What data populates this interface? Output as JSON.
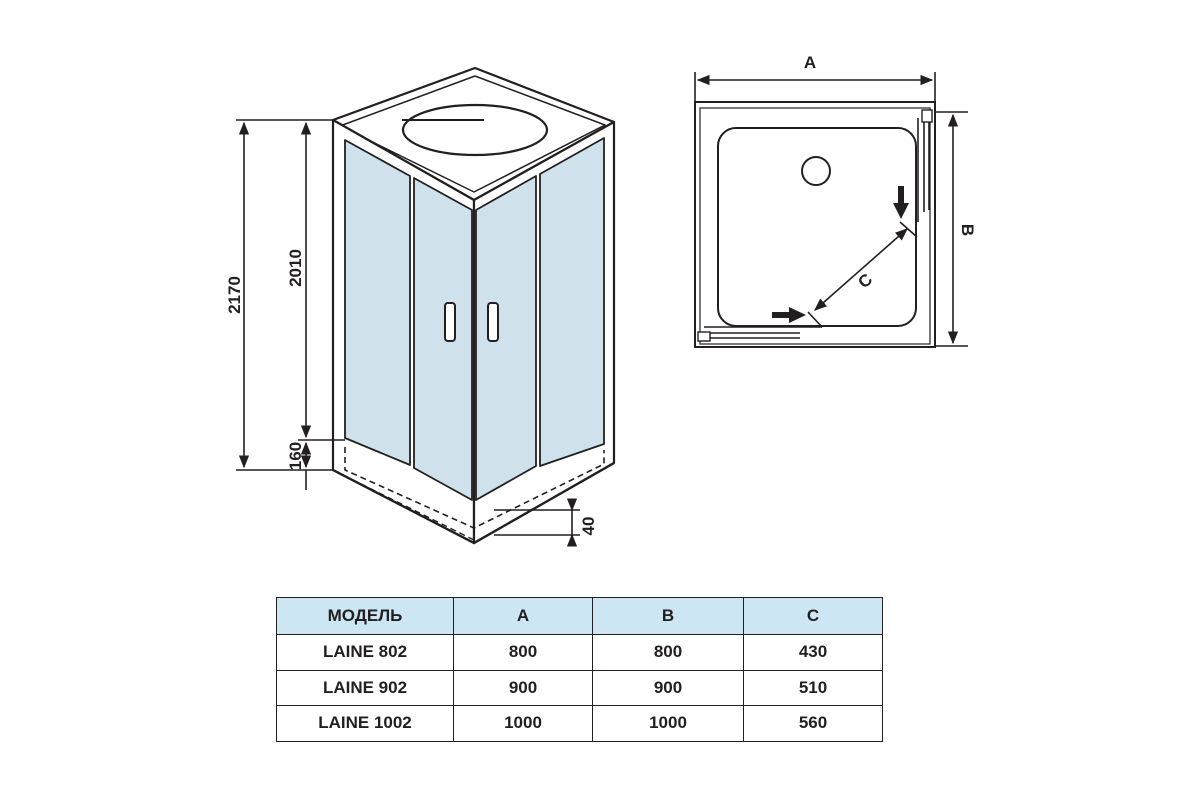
{
  "front_view": {
    "dims": {
      "total_height": "2170",
      "panel_height": "2010",
      "tray_height": "160",
      "tray_lip": "40"
    }
  },
  "plan_view": {
    "labels": {
      "a": "A",
      "b": "B",
      "c": "C"
    }
  },
  "table": {
    "headers": [
      "МОДЕЛЬ",
      "A",
      "B",
      "C"
    ],
    "rows": [
      [
        "LAINE 802",
        "800",
        "800",
        "430"
      ],
      [
        "LAINE 902",
        "900",
        "900",
        "510"
      ],
      [
        "LAINE 1002",
        "1000",
        "1000",
        "560"
      ]
    ]
  },
  "colors": {
    "line": "#231f20",
    "glass": "#cfe2ec",
    "table_header": "#cde6f3"
  }
}
